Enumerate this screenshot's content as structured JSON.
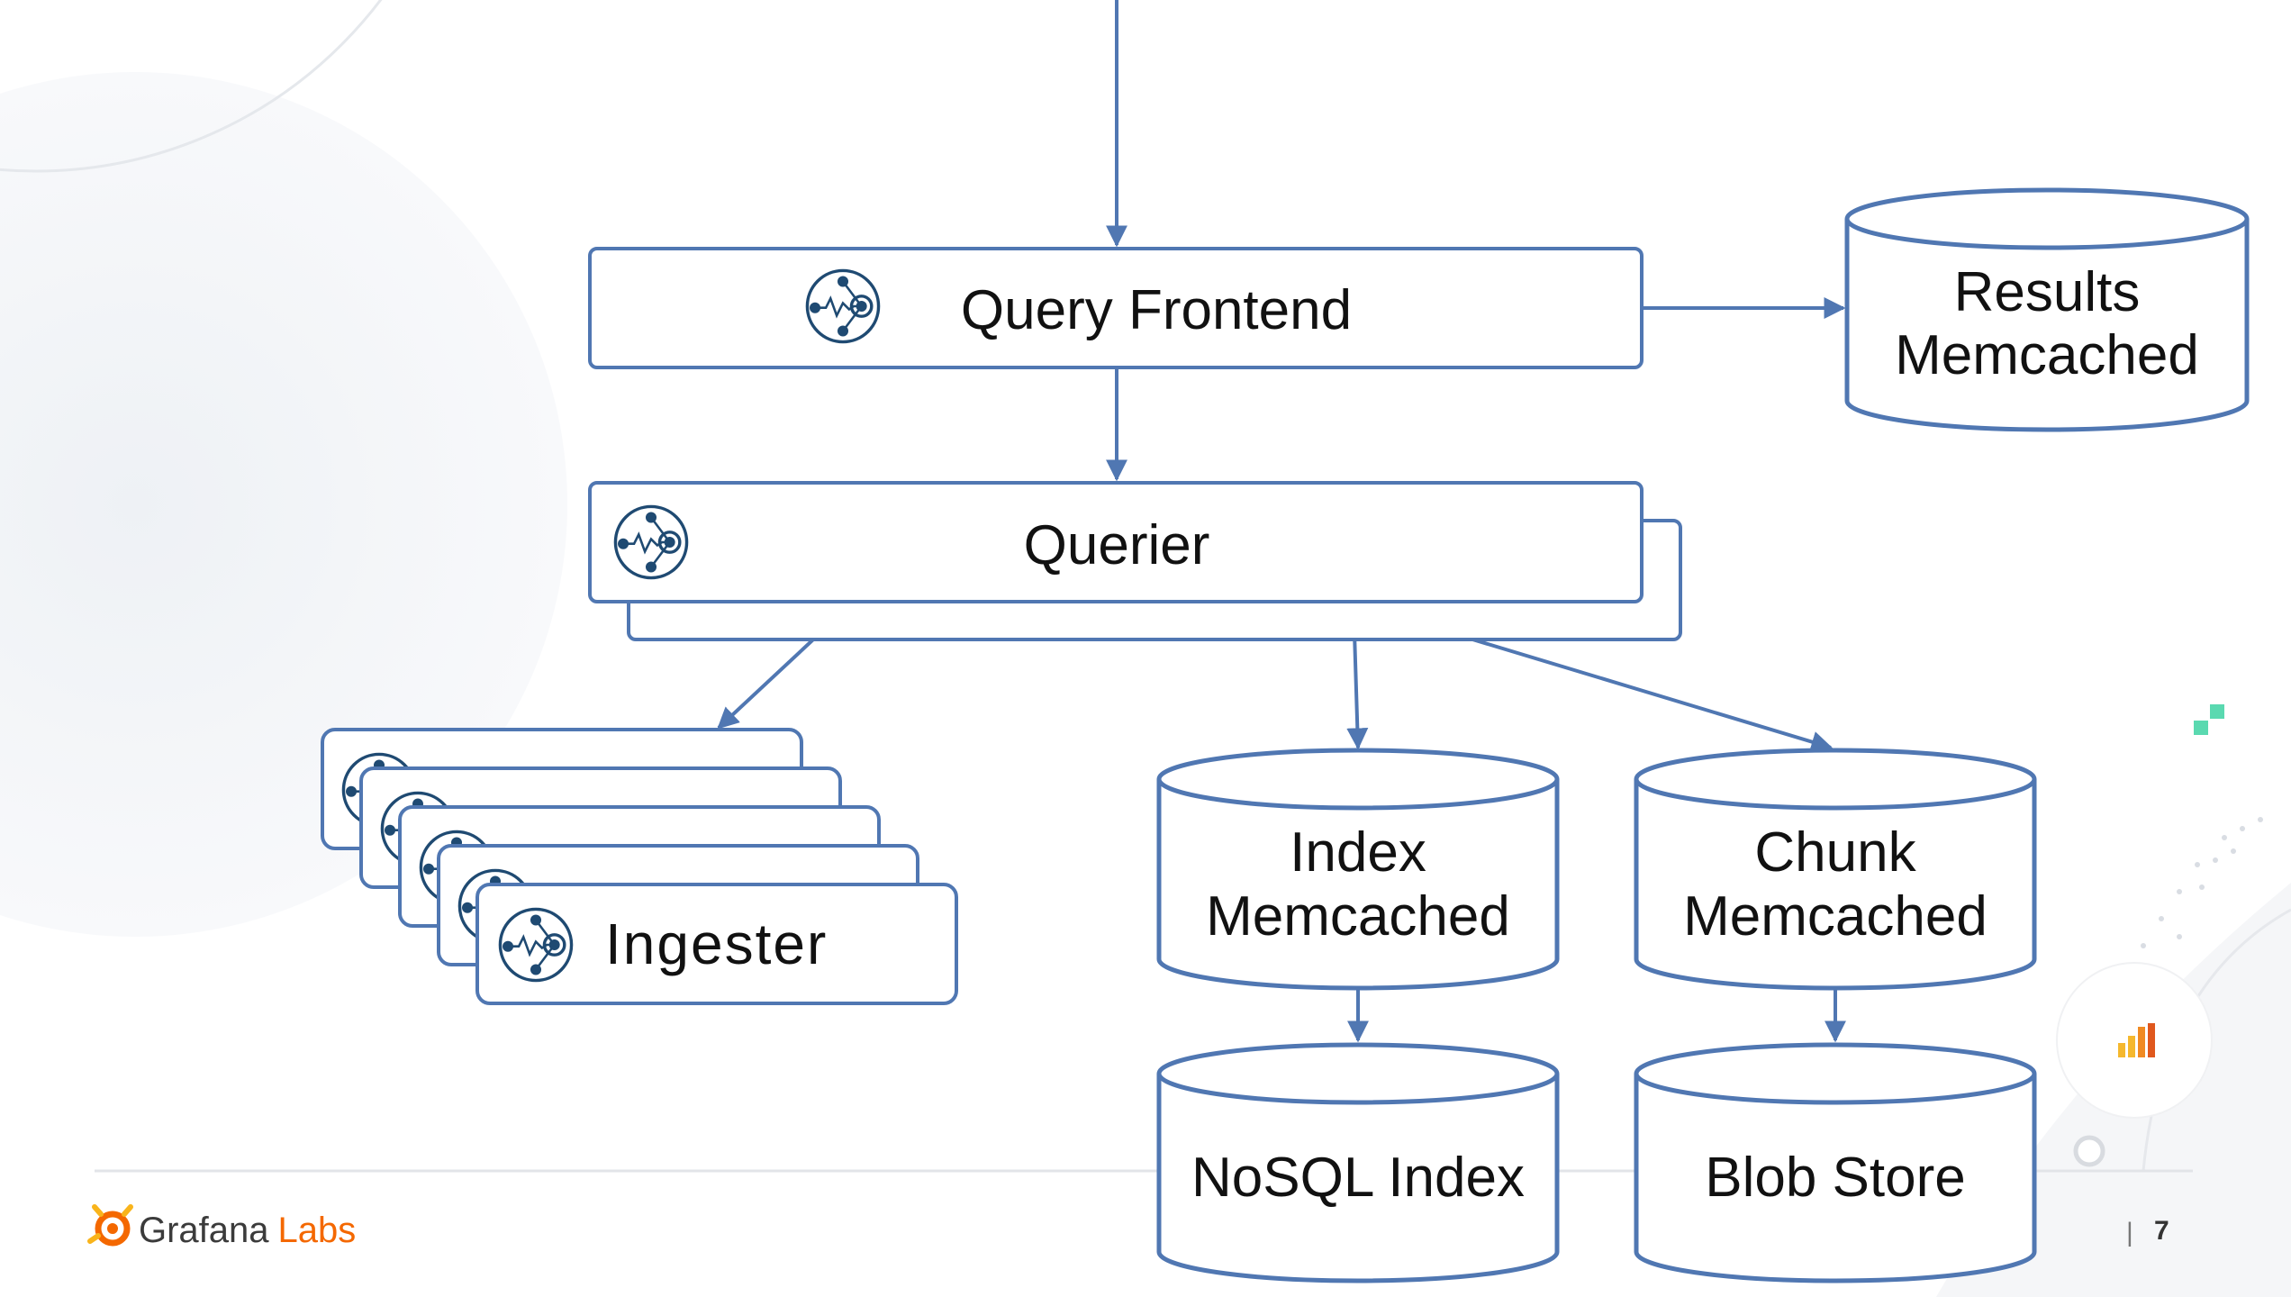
{
  "diagram": {
    "nodes": {
      "query_frontend": "Query Frontend",
      "querier": "Querier",
      "results_cache": [
        "Results",
        "Memcached"
      ],
      "ingester": "Ingester",
      "index_cache": [
        "Index",
        "Memcached"
      ],
      "chunk_cache": [
        "Chunk",
        "Memcached"
      ],
      "nosql_index": "NoSQL Index",
      "blob_store": "Blob Store"
    },
    "edges": [
      [
        "external",
        "query_frontend"
      ],
      [
        "query_frontend",
        "results_cache"
      ],
      [
        "query_frontend",
        "querier"
      ],
      [
        "querier",
        "ingester"
      ],
      [
        "querier",
        "index_cache"
      ],
      [
        "querier",
        "chunk_cache"
      ],
      [
        "index_cache",
        "nosql_index"
      ],
      [
        "chunk_cache",
        "blob_store"
      ]
    ],
    "colors": {
      "stroke": "#5077b2",
      "icon": "#1f4a72"
    }
  },
  "footer": {
    "brand_part1": "Grafana",
    "brand_part2": "Labs",
    "brand_color": "#f46800",
    "separator": "|",
    "page_number": "7"
  }
}
